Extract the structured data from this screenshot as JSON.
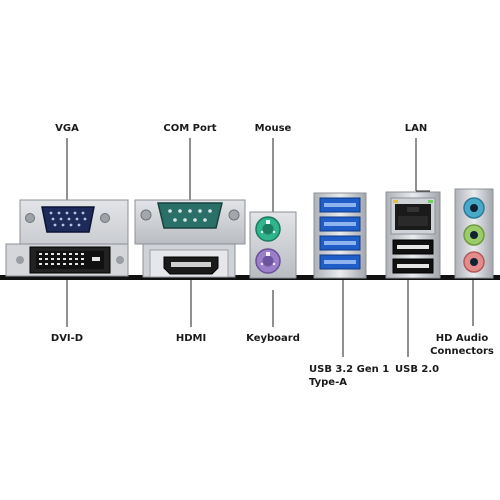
{
  "labels": {
    "vga": "VGA",
    "com_port": "COM Port",
    "mouse": "Mouse",
    "lan": "LAN",
    "dvi_d": "DVI-D",
    "hdmi": "HDMI",
    "keyboard": "Keyboard",
    "usb32_line1": "USB 3.2 Gen 1",
    "usb32_line2": "Type-A",
    "usb20": "USB 2.0",
    "hd_audio_line1": "HD Audio",
    "hd_audio_line2": "Connectors"
  },
  "colors": {
    "background": "#ffffff",
    "label_text": "#1a1a1a",
    "leader_line": "#222222",
    "board_edge": "#111111",
    "bracket_metal": "#c9ccd0",
    "vga_port": "#1d2a5a",
    "com_port": "#2b6f69",
    "dvi_port": "#111111",
    "mouse_ps2": "#2fb48c",
    "keyboard_ps2": "#9a7fc8",
    "usb3_blue": "#1f5ec8",
    "usb2_black": "#111111",
    "lan_black": "#1a1a1a",
    "audio_line_in": "#49a9c9",
    "audio_line_out": "#9ccb6a",
    "audio_mic": "#e48b8b"
  },
  "icons": [
    "vga-port-icon",
    "com-port-icon",
    "dvi-port-icon",
    "hdmi-port-icon",
    "ps2-mouse-icon",
    "ps2-keyboard-icon",
    "usb3-port-icon",
    "usb2-port-icon",
    "lan-port-icon",
    "audio-jack-icon"
  ]
}
